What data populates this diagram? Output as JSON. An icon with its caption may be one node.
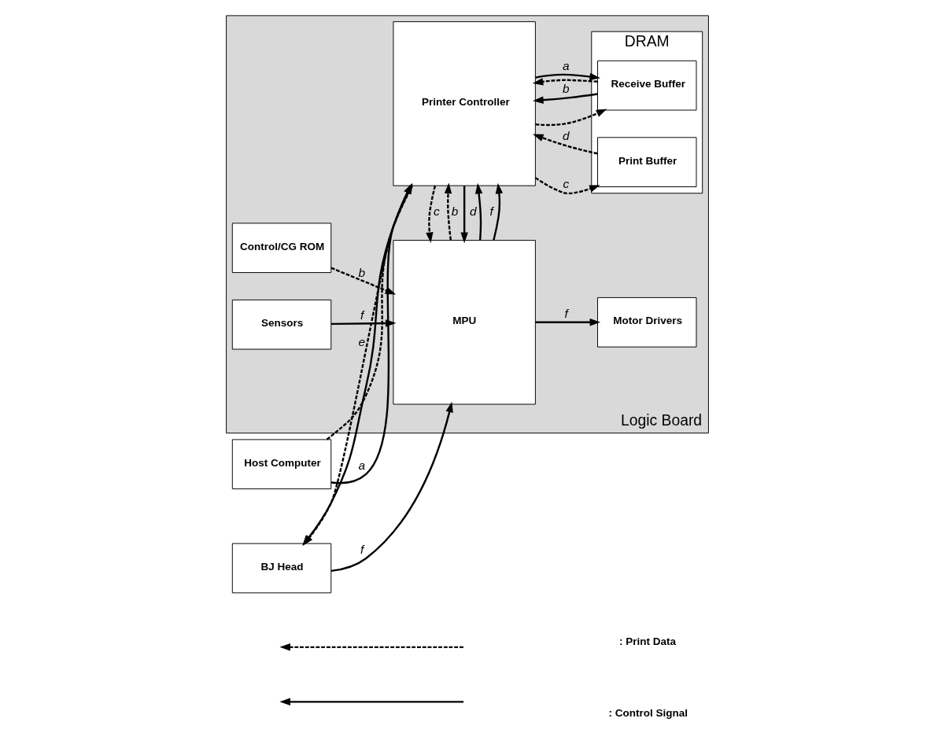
{
  "diagram": {
    "nodes": [
      {
        "text": [
          "Logic Board"
        ]
      },
      {
        "text": [
          "Host Computer"
        ]
      },
      {
        "text": [
          "Printer Controller"
        ],
        "in": 0
      },
      {
        "text": [
          "DRAM"
        ],
        "in": 0
      },
      {
        "text": [
          "Receive Buffer"
        ],
        "in": 3
      },
      {
        "text": [
          "Print Buffer"
        ],
        "in": 3
      },
      {
        "text": [
          "BJ Head"
        ]
      },
      {
        "text": [
          "MPU"
        ],
        "in": 0
      },
      {
        "text": [
          "Control/CG ROM"
        ],
        "in": 0
      },
      {
        "text": [
          "Motor Drivers"
        ],
        "in": 0
      },
      {
        "text": [
          "Sensors"
        ],
        "in": 0
      }
    ],
    "edges": [
      {
        "from": 1,
        "to": 2,
        "arrow": "to",
        "label": "a"
      },
      {
        "from": 1,
        "to": 2,
        "arrow": "to",
        "style": "dashed"
      },
      {
        "from": 2,
        "to": 4,
        "arrow": "to",
        "label": "a"
      },
      {
        "from": 2,
        "to": 4,
        "arrow": "to",
        "style": "dashed"
      },
      {
        "from": 4,
        "to": 2,
        "arrow": "to",
        "label": "b"
      },
      {
        "from": 4,
        "to": 2,
        "arrow": "to",
        "style": "dashed"
      },
      {
        "from": 2,
        "to": 5,
        "arrow": "to",
        "label": "c",
        "style": "dashed"
      },
      {
        "from": 5,
        "to": 2,
        "arrow": "to",
        "label": "d",
        "style": "dashed"
      },
      {
        "from": 2,
        "to": 6,
        "arrow": "to",
        "label": "e",
        "style": "dashed"
      },
      {
        "from": 2,
        "to": 6,
        "arrow": "to"
      },
      {
        "from": 2,
        "to": 7,
        "arrow": "to",
        "label": "b"
      },
      {
        "from": 2,
        "to": 7,
        "arrow": "to",
        "style": "dashed"
      },
      {
        "from": 7,
        "to": 2,
        "arrow": "to",
        "label": "c",
        "style": "dashed"
      },
      {
        "from": 7,
        "to": 2,
        "arrow": "to",
        "label": "f"
      },
      {
        "from": 7,
        "to": 2,
        "arrow": "to",
        "label": "d"
      },
      {
        "from": 6,
        "to": 7,
        "arrow": "to",
        "label": "f"
      },
      {
        "from": 8,
        "to": 7,
        "arrow": "to",
        "label": "b",
        "style": "dashed"
      },
      {
        "from": 7,
        "to": 9,
        "arrow": "to",
        "label": "f"
      },
      {
        "from": 10,
        "to": 7,
        "arrow": "to",
        "label": "f"
      }
    ],
    "legend": [
      {
        "text": ": Print Data"
      },
      {
        "text": ": Control Signal"
      }
    ]
  }
}
